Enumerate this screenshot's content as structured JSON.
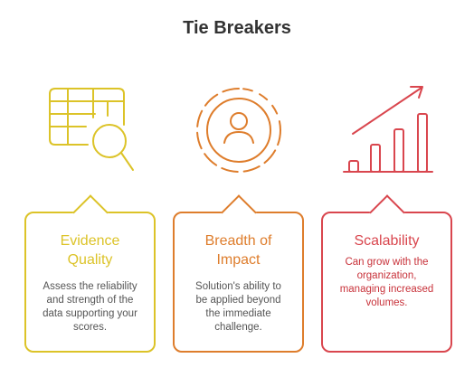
{
  "title": "Tie Breakers",
  "colors": {
    "yellow": "#dcc328",
    "orange": "#de7d2c",
    "red": "#d9464e",
    "title": "#333333"
  },
  "items": [
    {
      "icon": "table-search-icon",
      "title_line1": "Evidence",
      "title_line2": "Quality",
      "desc_lines": [
        "Assess the reliability",
        "and strength of the",
        "data supporting your",
        "scores."
      ]
    },
    {
      "icon": "target-person-icon",
      "title_line1": "Breadth of",
      "title_line2": "Impact",
      "desc_lines": [
        "Solution's ability to",
        "be applied beyond",
        "the immediate",
        "challenge."
      ]
    },
    {
      "icon": "growth-chart-icon",
      "title_line1": "Scalability",
      "title_line2": "",
      "desc_lines": [
        "Can grow with the",
        "organization,",
        "managing increased",
        "volumes."
      ]
    }
  ]
}
